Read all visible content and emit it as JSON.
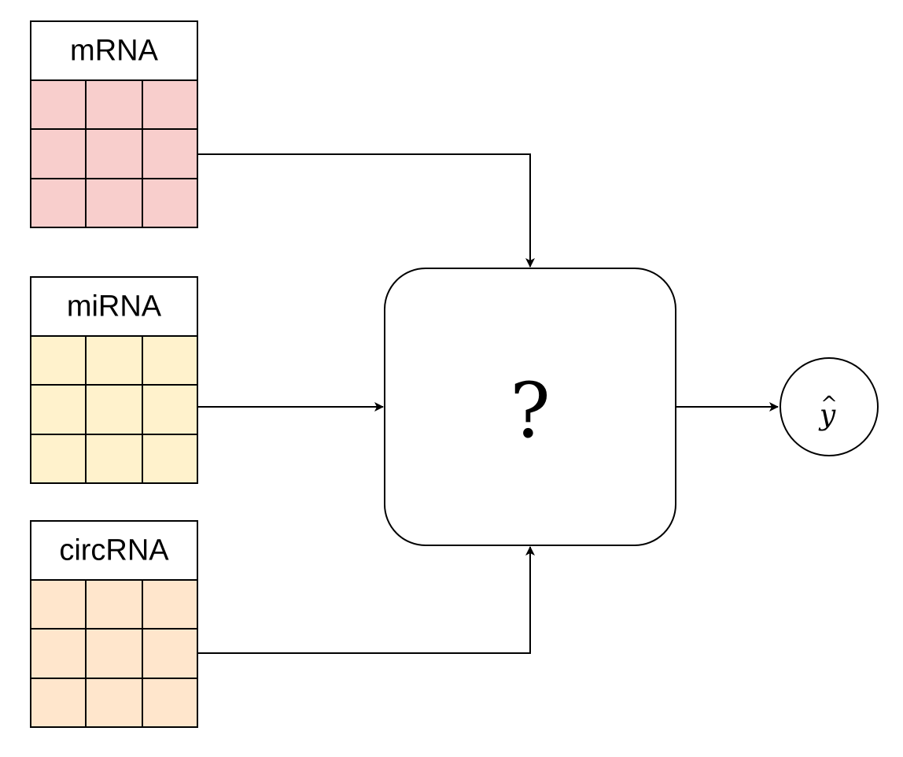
{
  "inputs": [
    {
      "label": "mRNA",
      "color": "#f8cecc"
    },
    {
      "label": "miRNA",
      "color": "#fff2cc"
    },
    {
      "label": "circRNA",
      "color": "#ffe6cc"
    }
  ],
  "model": {
    "symbol": "?"
  },
  "output": {
    "base": "y",
    "accent": "^"
  },
  "colors": {
    "stroke": "#000000",
    "background": "#ffffff"
  }
}
